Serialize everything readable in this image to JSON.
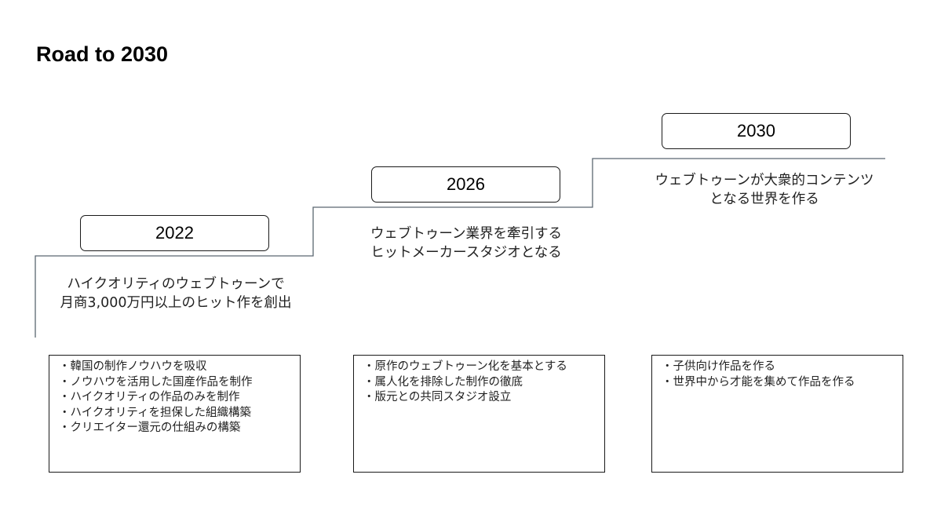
{
  "title": "Road to 2030",
  "colors": {
    "step_line": "#5a6670",
    "border": "#1a1a1a"
  },
  "milestones": [
    {
      "year": "2022",
      "goal": [
        "ハイクオリティのウェブトゥーンで",
        "月商3,000万円以上のヒット作を創出"
      ],
      "actions": [
        "・韓国の制作ノウハウを吸収",
        "・ノウハウを活用した国産作品を制作",
        "・ハイクオリティの作品のみを制作",
        "・ハイクオリティを担保した組織構築",
        "・クリエイター還元の仕組みの構築"
      ]
    },
    {
      "year": "2026",
      "goal": [
        "ウェブトゥーン業界を牽引する",
        "ヒットメーカースタジオとなる"
      ],
      "actions": [
        "・原作のウェブトゥーン化を基本とする",
        "・属人化を排除した制作の徹底",
        "・版元との共同スタジオ設立"
      ]
    },
    {
      "year": "2030",
      "goal": [
        "ウェブトゥーンが大衆的コンテンツ",
        "となる世界を作る"
      ],
      "actions": [
        "・子供向け作品を作る",
        "・世界中から才能を集めて作品を作る"
      ]
    }
  ]
}
